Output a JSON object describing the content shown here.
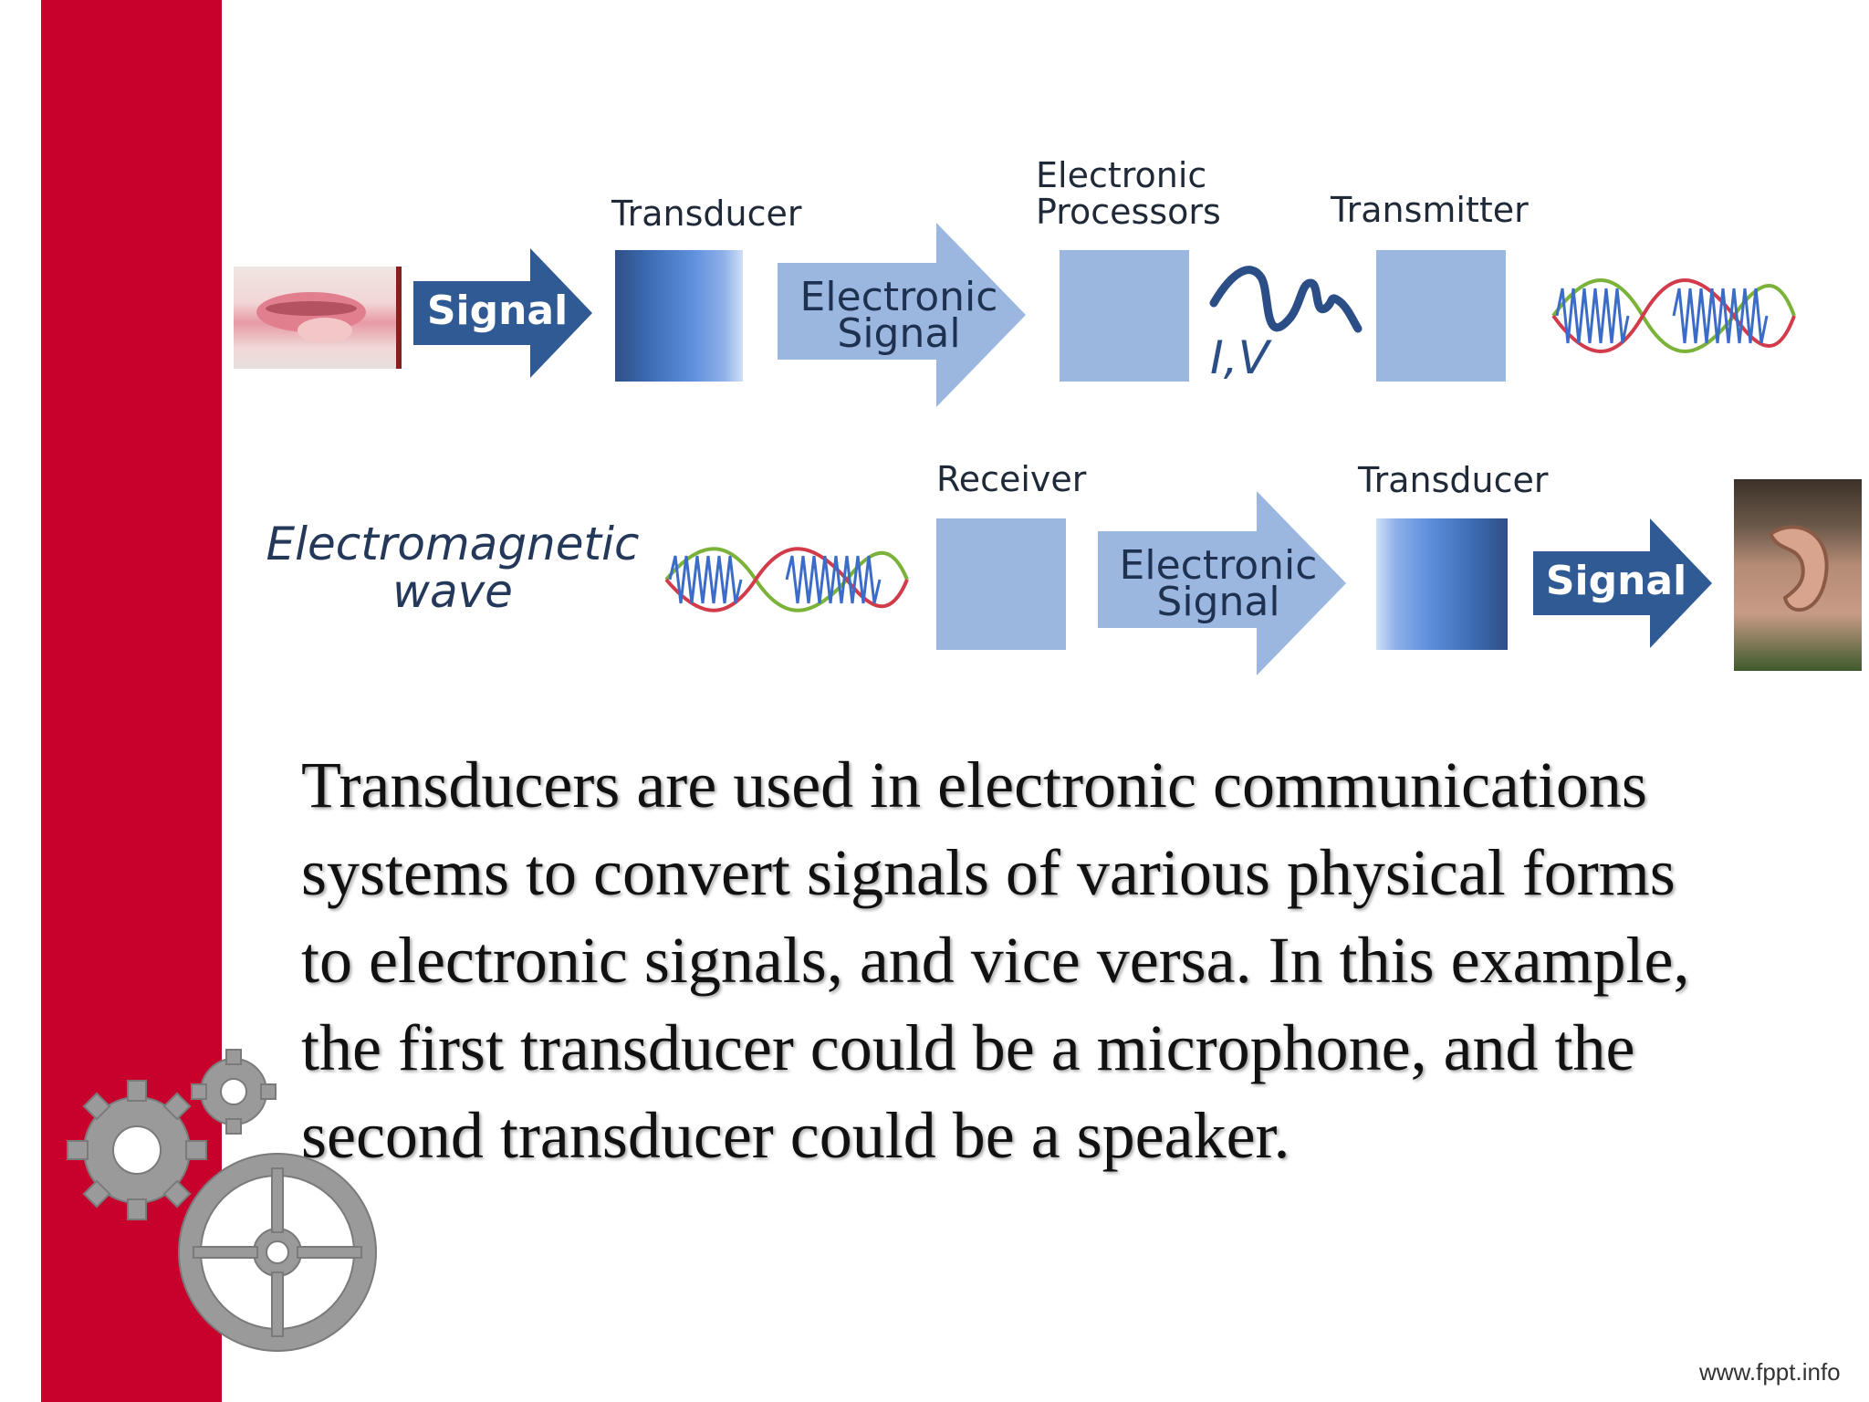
{
  "diagram": {
    "row1": {
      "transducer_label": "Transducer",
      "signal_label": "Signal",
      "electronic_signal_label": [
        "Electronic",
        "Signal"
      ],
      "processors_label": [
        "Electronic",
        "Processors"
      ],
      "iv_label": "I,V",
      "transmitter_label": "Transmitter"
    },
    "row2": {
      "em_wave_label": [
        "Electromagnetic",
        "wave"
      ],
      "receiver_label": "Receiver",
      "electronic_signal_label": [
        "Electronic",
        "Signal"
      ],
      "transducer_label": "Transducer",
      "signal_label": "Signal"
    }
  },
  "body_text": [
    "Transducers are used in electronic communications",
    "systems to convert signals of various physical forms",
    "to electronic signals, and vice versa. In this example,",
    "the first transducer could be a microphone, and the",
    "second transducer could be a speaker."
  ],
  "footer": {
    "url": "www.fppt.info"
  },
  "colors": {
    "sidebar": "#c8002c",
    "arrow": "#2f5a93",
    "box": "#9bb7e0"
  }
}
